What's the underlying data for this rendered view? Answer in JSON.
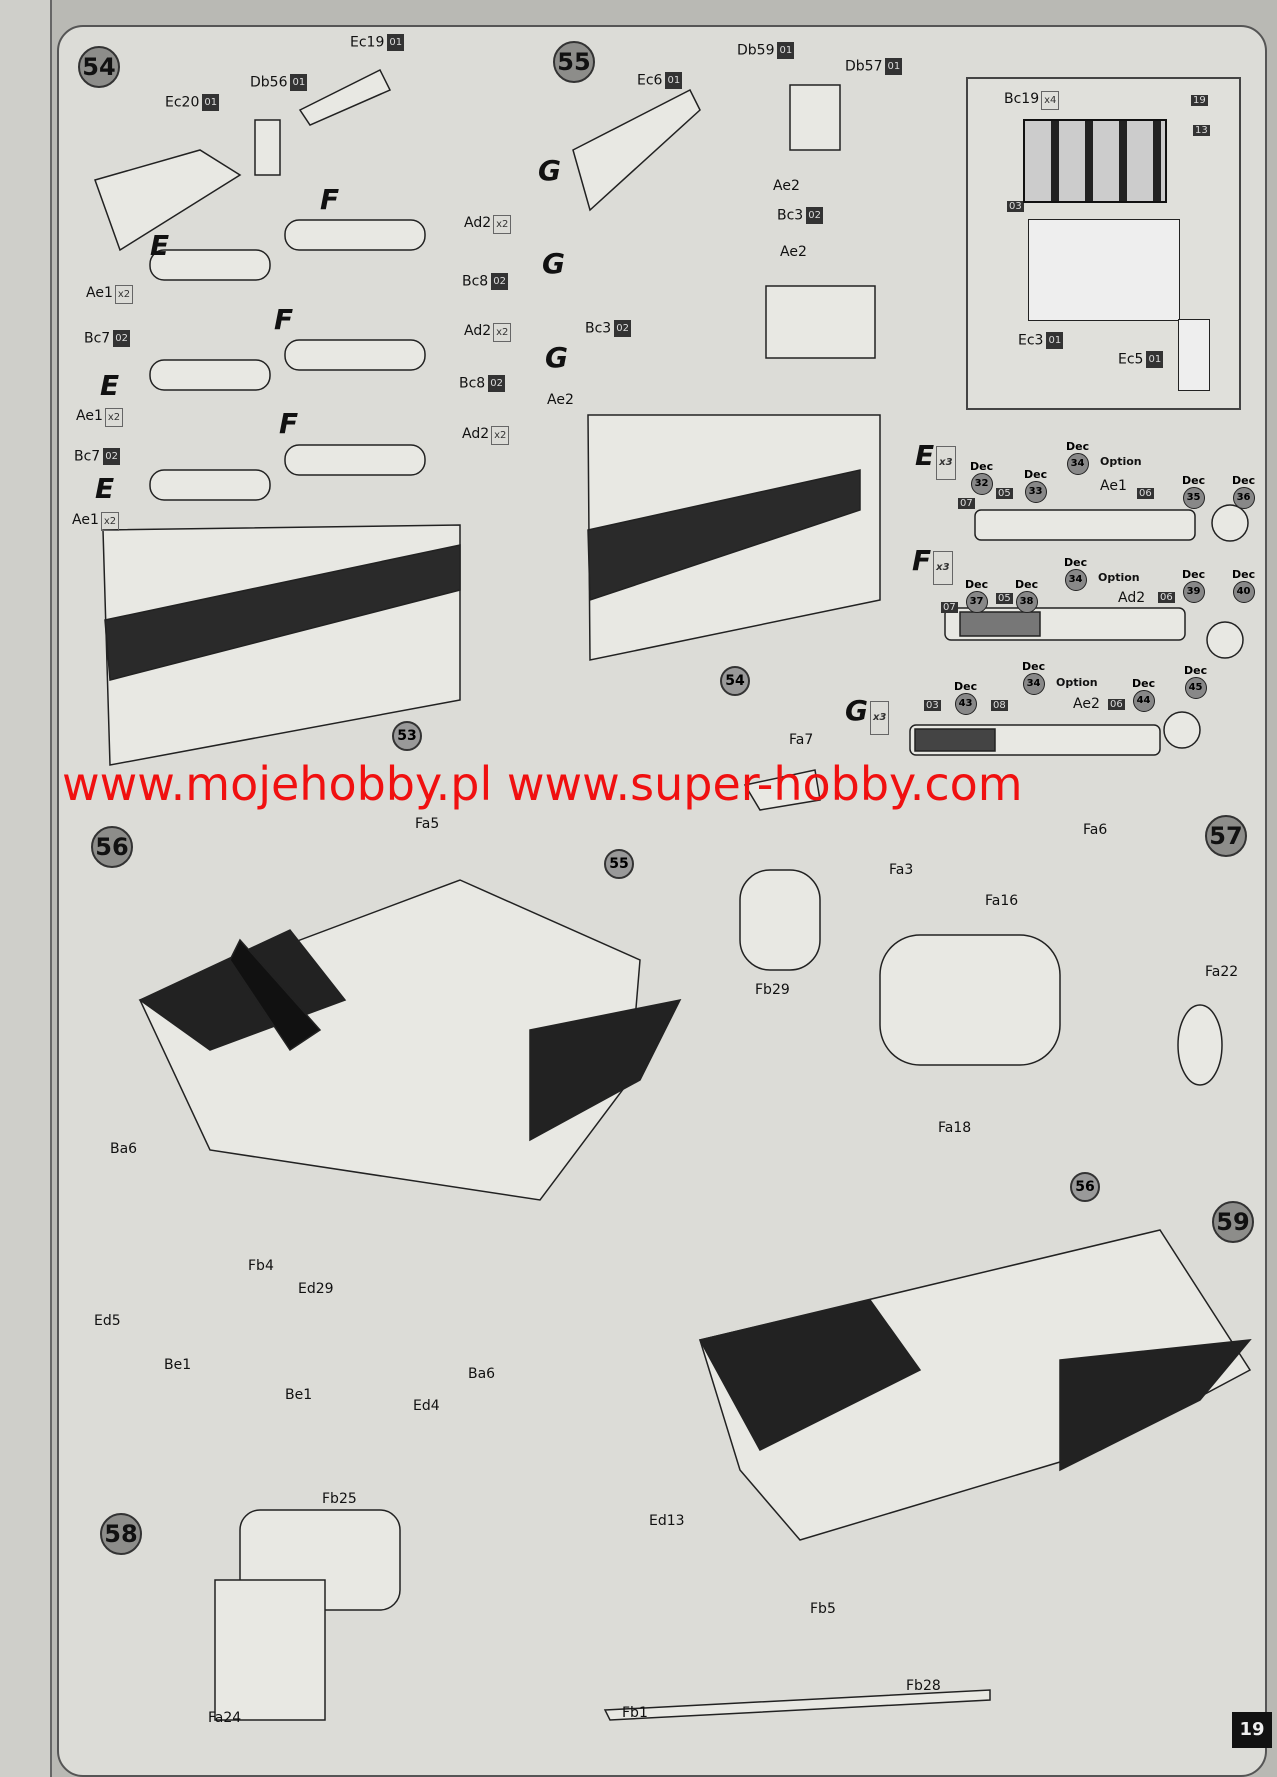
{
  "page_number": "19",
  "watermark": "www.mojehobby.pl www.super-hobby.com",
  "steps": {
    "s54": "54",
    "s55": "55",
    "s56": "56",
    "s57": "57",
    "s58": "58",
    "s59": "59"
  },
  "refs": {
    "r53": "53",
    "r54": "54",
    "r55": "55",
    "r56": "56"
  },
  "step54": {
    "ec19": "Ec19",
    "ec19_tag": "01",
    "db56": "Db56",
    "db56_tag": "01",
    "ec20": "Ec20",
    "ec20_tag": "01",
    "ad2": "Ad2",
    "ad2_qty": "x2",
    "bc8": "Bc8",
    "bc8_tag": "02",
    "ae1": "Ae1",
    "ae1_qty": "x2",
    "bc7": "Bc7",
    "bc7_tag": "02",
    "E": "E",
    "F": "F"
  },
  "step55": {
    "db59": "Db59",
    "db59_tag": "01",
    "db57": "Db57",
    "db57_tag": "01",
    "ec6": "Ec6",
    "ec6_tag": "01",
    "G": "G",
    "ae2": "Ae2",
    "bc3": "Bc3",
    "bc3_tag": "02",
    "inset": {
      "bc19": "Bc19",
      "bc19_qty": "x4",
      "t19": "19",
      "t13": "13",
      "t03": "03",
      "ec3": "Ec3",
      "ec3_tag": "01",
      "ec5": "Ec5",
      "ec5_tag": "01"
    }
  },
  "ammo": {
    "dec": "Dec",
    "option": "Option",
    "qty": "x3",
    "E": {
      "letter": "E",
      "part": "Ae1",
      "tags": [
        "07",
        "05",
        "06"
      ],
      "decals": [
        "32",
        "33",
        "34",
        "35",
        "36"
      ]
    },
    "F": {
      "letter": "F",
      "part": "Ad2",
      "tags": [
        "07",
        "05",
        "06"
      ],
      "decals": [
        "37",
        "38",
        "34",
        "39",
        "40"
      ]
    },
    "G": {
      "letter": "G",
      "part": "Ae2",
      "tags": [
        "03",
        "08",
        "06"
      ],
      "decals": [
        "43",
        "34",
        "44",
        "45"
      ]
    }
  },
  "step56": {
    "fa5": "Fa5",
    "ba6": "Ba6",
    "fb4": "Fb4",
    "ed29": "Ed29",
    "ed5": "Ed5",
    "be1": "Be1",
    "ed4": "Ed4"
  },
  "step57": {
    "fa7": "Fa7",
    "fa3": "Fa3",
    "fa6": "Fa6",
    "fa16": "Fa16",
    "fb29": "Fb29",
    "fa22": "Fa22",
    "fa18": "Fa18"
  },
  "step58": {
    "fb25": "Fb25",
    "fa24": "Fa24"
  },
  "step59": {
    "ed13": "Ed13",
    "fb5": "Fb5",
    "fb28": "Fb28",
    "fb1": "Fb1"
  }
}
